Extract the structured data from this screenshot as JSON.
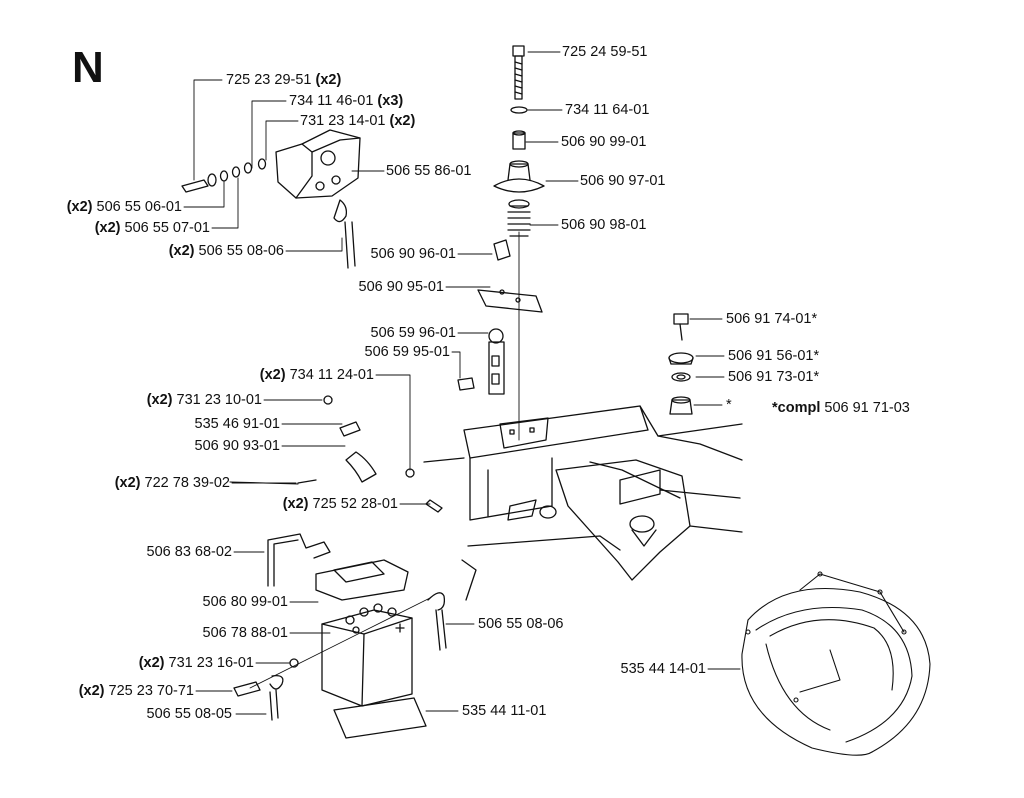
{
  "sheet_letter": "N",
  "parts": [
    {
      "id": "p1",
      "number": "725 24 59-51",
      "qty": ""
    },
    {
      "id": "p2",
      "number": "734 11 64-01",
      "qty": ""
    },
    {
      "id": "p3",
      "number": "506 90 99-01",
      "qty": ""
    },
    {
      "id": "p4",
      "number": "506 90 97-01",
      "qty": ""
    },
    {
      "id": "p5",
      "number": "506 90 98-01",
      "qty": ""
    },
    {
      "id": "p6",
      "number": "506 90 96-01",
      "qty": ""
    },
    {
      "id": "p7",
      "number": "506 90 95-01",
      "qty": ""
    },
    {
      "id": "p8",
      "number": "725 23 29-51",
      "qty": "(x2)"
    },
    {
      "id": "p9",
      "number": "734 11 46-01",
      "qty": "(x3)"
    },
    {
      "id": "p10",
      "number": "731 23 14-01",
      "qty": "(x2)"
    },
    {
      "id": "p11",
      "number": "506 55 86-01",
      "qty": ""
    },
    {
      "id": "p12",
      "number": "506 55 06-01",
      "qty": "(x2)"
    },
    {
      "id": "p13",
      "number": "506 55 07-01",
      "qty": "(x2)"
    },
    {
      "id": "p14",
      "number": "506 55 08-06",
      "qty": "(x2)"
    },
    {
      "id": "p15",
      "number": "506 59 96-01",
      "qty": ""
    },
    {
      "id": "p16",
      "number": "506 59 95-01",
      "qty": ""
    },
    {
      "id": "p17",
      "number": "734 11 24-01",
      "qty": "(x2)"
    },
    {
      "id": "p18",
      "number": "731 23 10-01",
      "qty": "(x2)"
    },
    {
      "id": "p19",
      "number": "535 46 91-01",
      "qty": ""
    },
    {
      "id": "p20",
      "number": "506 90 93-01",
      "qty": ""
    },
    {
      "id": "p21",
      "number": "722 78 39-02",
      "qty": "(x2)"
    },
    {
      "id": "p22",
      "number": "725 52 28-01",
      "qty": "(x2)"
    },
    {
      "id": "p23",
      "number": "506 91 74-01*",
      "qty": ""
    },
    {
      "id": "p24",
      "number": "506 91 56-01*",
      "qty": ""
    },
    {
      "id": "p25",
      "number": "506 91 73-01*",
      "qty": ""
    },
    {
      "id": "p26",
      "number": "*",
      "qty": ""
    },
    {
      "id": "p27",
      "number": "506 83 68-02",
      "qty": ""
    },
    {
      "id": "p28",
      "number": "506 80 99-01",
      "qty": ""
    },
    {
      "id": "p29",
      "number": "506 78 88-01",
      "qty": ""
    },
    {
      "id": "p30",
      "number": "506 55 08-06",
      "qty": ""
    },
    {
      "id": "p31",
      "number": "731 23 16-01",
      "qty": "(x2)"
    },
    {
      "id": "p32",
      "number": "725 23 70-71",
      "qty": "(x2)"
    },
    {
      "id": "p33",
      "number": "506 55 08-05",
      "qty": ""
    },
    {
      "id": "p34",
      "number": "535 44 11-01",
      "qty": ""
    },
    {
      "id": "p35",
      "number": "535 44 14-01",
      "qty": ""
    }
  ],
  "complete_set": {
    "prefix": "*compl",
    "number": "506 91 71-03"
  }
}
